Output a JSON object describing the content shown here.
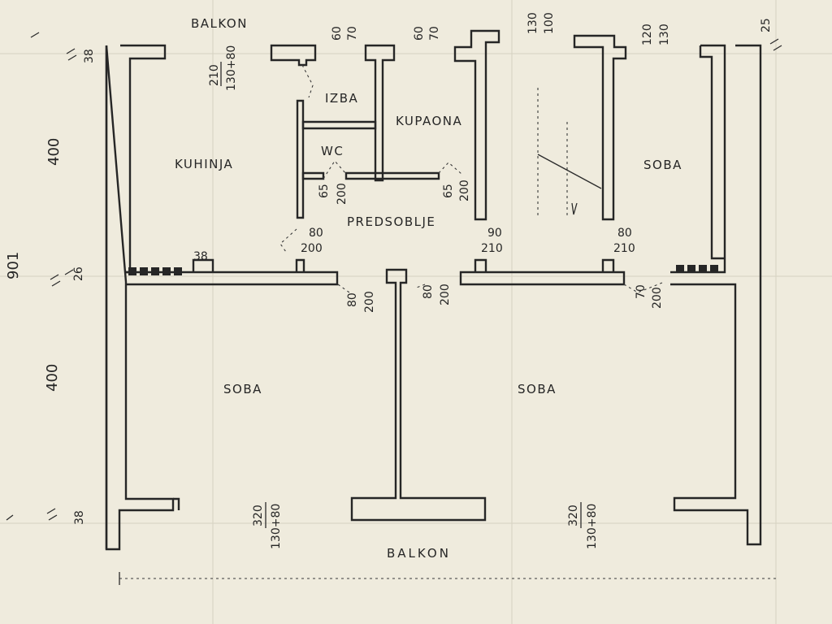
{
  "rooms": {
    "balkon_top": "BALKON",
    "balkon_bottom": "BALKON",
    "izba": "IZBA",
    "kupaona": "KUPAONA",
    "kuhinja": "KUHINJA",
    "wc": "WC",
    "soba_right_top": "SOBA",
    "predsoblje": "PREDSOBLJE",
    "soba_left": "SOBA",
    "soba_right": "SOBA"
  },
  "dimensions": {
    "top_left_38": "38",
    "d_210": "210",
    "d_130_80_top": "130+80",
    "izba_60": "60",
    "izba_70": "70",
    "kup_60": "60",
    "kup_70": "70",
    "d_130_top": "130",
    "d_100_top": "100",
    "d_120_top": "120",
    "d_130_top2": "130",
    "d_25": "25",
    "left_400_top": "400",
    "left_901": "901",
    "left_26": "26",
    "left_400_bottom": "400",
    "left_38_bottom": "38",
    "wc_65": "65",
    "wc_200": "200",
    "kup_65": "65",
    "kup_200": "200",
    "pred_80": "80",
    "pred_200": "200",
    "d_90": "90",
    "d_210_mid": "210",
    "d_80_right": "80",
    "d_210_right": "210",
    "wall_38": "38",
    "door_a_80": "80",
    "door_a_200": "200",
    "door_b_80": "80",
    "door_b_200": "200",
    "door_c_70": "70",
    "door_c_200": "200",
    "bottom_320_left": "320",
    "bottom_130_80_left": "130+80",
    "bottom_320_right": "320",
    "bottom_130_80_right": "130+80"
  },
  "colors": {
    "paper": "#efebdd",
    "ink": "#262626"
  }
}
